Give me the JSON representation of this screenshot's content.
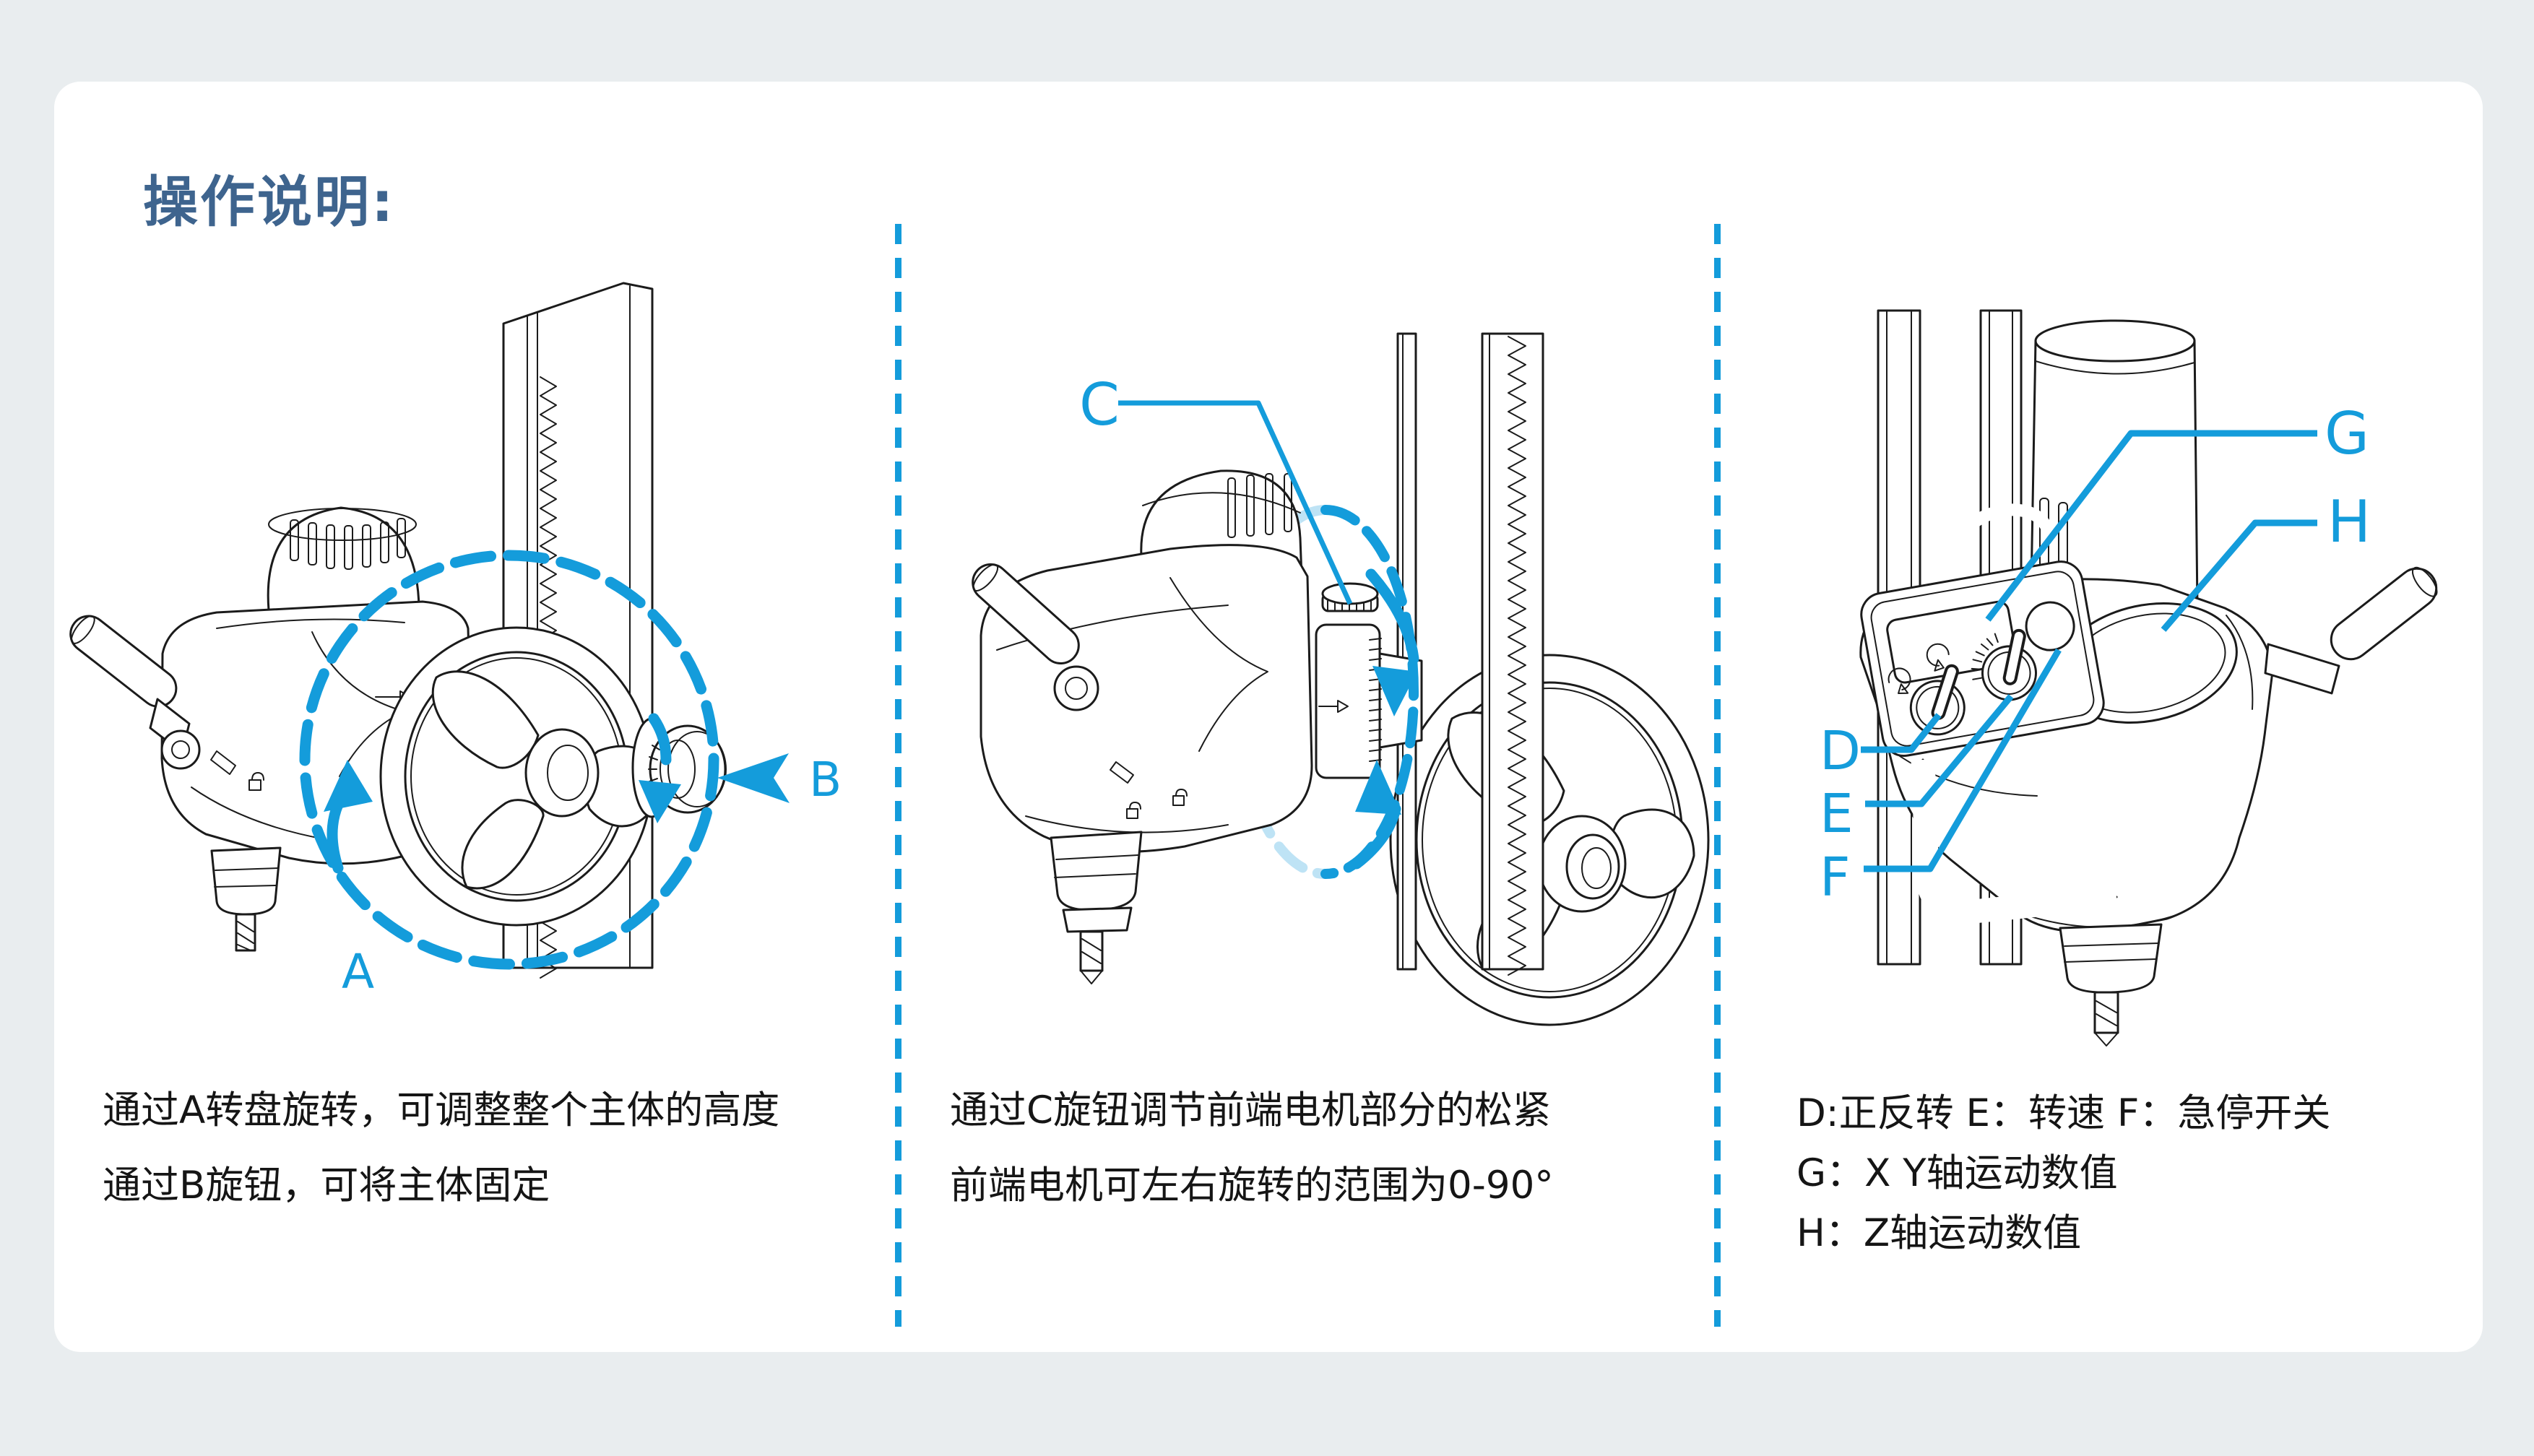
{
  "window": {
    "background": "#e9edef",
    "card_background": "#ffffff"
  },
  "colors": {
    "accent_blue": "#149CDB",
    "title_blue": "#3E648E",
    "ink": "#1b1b1b",
    "text": "#151515"
  },
  "header": {
    "title": "操作说明:"
  },
  "panels": [
    {
      "name": "height-adjustment",
      "callouts": [
        "A",
        "B"
      ],
      "caption_lines": [
        "通过A转盘旋转，可调整整个主体的高度",
        "通过B旋钮，可将主体固定"
      ]
    },
    {
      "name": "motor-tension",
      "callouts": [
        "C"
      ],
      "caption_lines": [
        "通过C旋钮调节前端电机部分的松紧",
        "前端电机可左右旋转的范围为0-90°"
      ]
    },
    {
      "name": "control-panel",
      "callouts": [
        "D",
        "E",
        "F",
        "G",
        "H"
      ],
      "caption_lines": [
        "D:正反转  E：转速  F：急停开关",
        "G：X Y轴运动数值",
        "H：Z轴运动数值"
      ]
    }
  ]
}
